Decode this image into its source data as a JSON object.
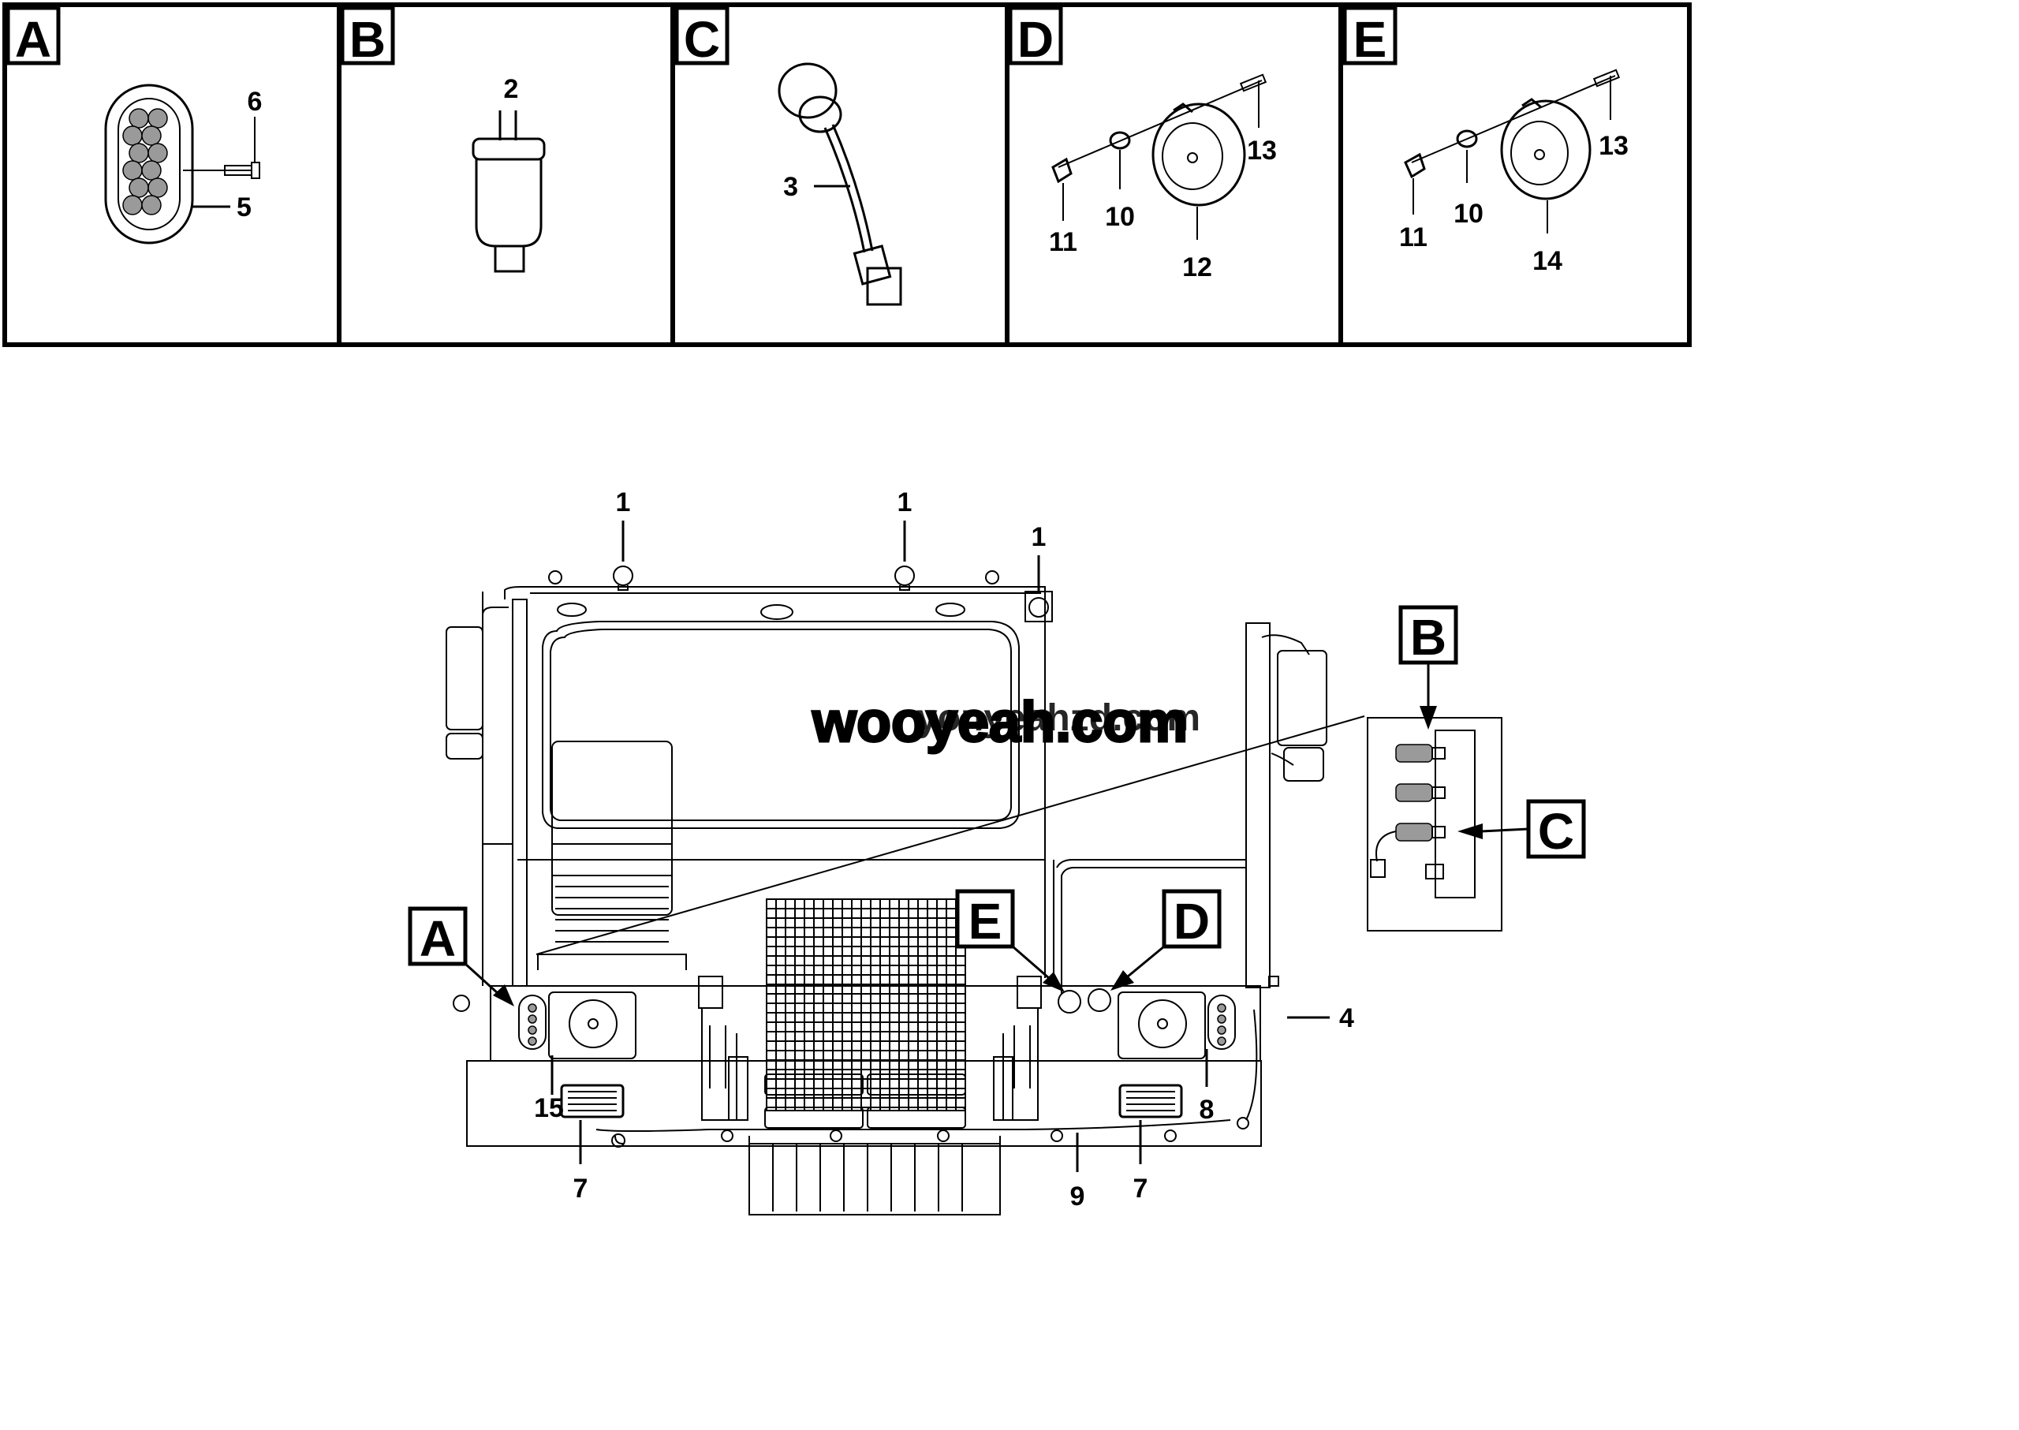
{
  "panels": [
    {
      "id": "A",
      "parts": [
        "6",
        "5"
      ]
    },
    {
      "id": "B",
      "parts": [
        "2"
      ]
    },
    {
      "id": "C",
      "parts": [
        "3"
      ]
    },
    {
      "id": "D",
      "parts": [
        "13",
        "11",
        "10",
        "12"
      ]
    },
    {
      "id": "E",
      "parts": [
        "13",
        "11",
        "10",
        "14"
      ]
    }
  ],
  "callouts": {
    "worklight_1": "1",
    "worklight_2": "1",
    "worklight_3": "1",
    "part_4": "4",
    "part_15": "15",
    "part_8": "8",
    "part_7_left": "7",
    "part_9": "9",
    "part_7_right": "7"
  },
  "detail_markers": {
    "A": "A",
    "B": "B",
    "C": "C",
    "D": "D",
    "E": "E"
  },
  "watermarks": {
    "primary": "wooyeah.com",
    "secondary": "yonyeahzd.com"
  },
  "colors": {
    "line": "#000000",
    "fill_gray": "#9a9a9a",
    "watermark_blue": "#2f6fc8"
  }
}
